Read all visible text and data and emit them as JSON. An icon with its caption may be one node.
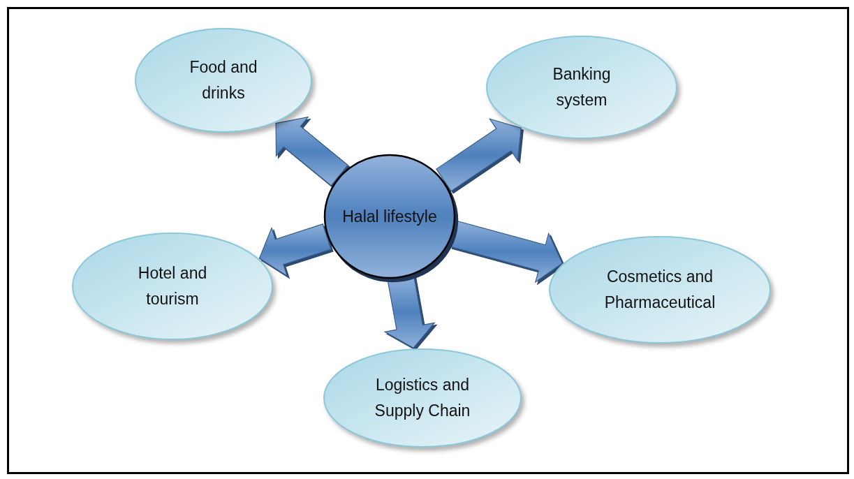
{
  "diagram": {
    "nodes": [
      {
        "text": [
          "Halal lifestyle"
        ]
      },
      {
        "text": [
          "Food and drinks"
        ]
      },
      {
        "text": [
          "Banking system"
        ]
      },
      {
        "text": [
          "Hotel and tourism"
        ]
      },
      {
        "text": [
          "Cosmetics and Pharmaceutical"
        ]
      },
      {
        "text": [
          "Logistics and Supply Chain"
        ]
      }
    ],
    "edges": [
      {
        "from": 0,
        "to": 1,
        "arrow": "to"
      },
      {
        "from": 0,
        "to": 2,
        "arrow": "to"
      },
      {
        "from": 0,
        "to": 3,
        "arrow": "to"
      },
      {
        "from": 0,
        "to": 4,
        "arrow": "to"
      },
      {
        "from": 0,
        "to": 5,
        "arrow": "to"
      }
    ]
  }
}
